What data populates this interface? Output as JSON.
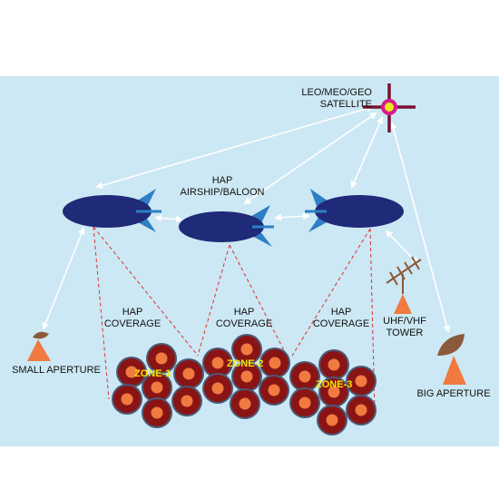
{
  "labels": {
    "satellite": "LEO/MEO/GEO\nSATELLITE",
    "hap_airship": "HAP\nAIRSHIP/BALOON",
    "hap_coverage_1": "HAP\nCOVERAGE",
    "hap_coverage_2": "HAP\nCOVERAGE",
    "hap_coverage_3": "HAP\nCOVERAGE",
    "small_aperture": "SMALL APERTURE",
    "big_aperture": "BIG APERTURE",
    "tower": "UHF/VHF\nTOWER",
    "zone_1": "ZONE-1",
    "zone_2": "ZONE-2",
    "zone_3": "ZONE-3"
  },
  "colors": {
    "background": "#cce8f4",
    "airship": "#1f2a78",
    "airship_fin": "#2e7fc4",
    "cell_outer": "#8a1414",
    "cell_inner": "#f07a40",
    "cell_ring": "#4a5a78",
    "antenna": "#f07a40",
    "tower": "#8a5a3a",
    "satellite_cross": "#7a1030",
    "satellite_ring": "#d81a8a",
    "satellite_core": "#e8e820",
    "link": "#ffffff",
    "coverage_line": "#e03030",
    "zone_text": "#f2e600"
  },
  "icons": [
    "satellite-icon",
    "airship-icon",
    "dish-antenna-icon",
    "tower-antenna-icon",
    "cell-icon"
  ]
}
